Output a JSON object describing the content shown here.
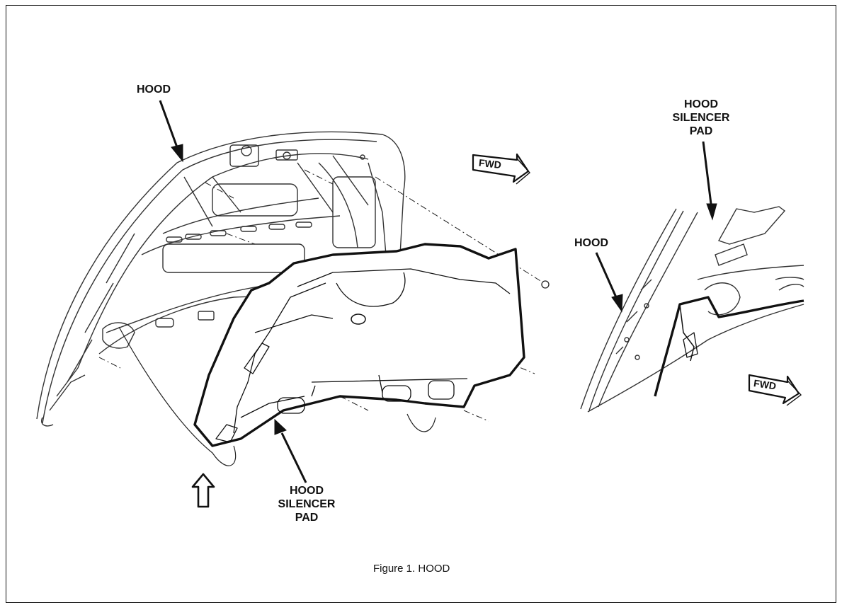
{
  "callouts": {
    "hood_main": "HOOD",
    "pad_main": [
      "HOOD",
      "SILENCER",
      "PAD"
    ],
    "hood_detail": "HOOD",
    "pad_detail": [
      "HOOD",
      "SILENCER",
      "PAD"
    ],
    "fwd_main": "FWD",
    "fwd_detail": "FWD"
  },
  "caption": "Figure 1.  HOOD",
  "colors": {
    "ink": "#111111",
    "background": "#ffffff"
  }
}
